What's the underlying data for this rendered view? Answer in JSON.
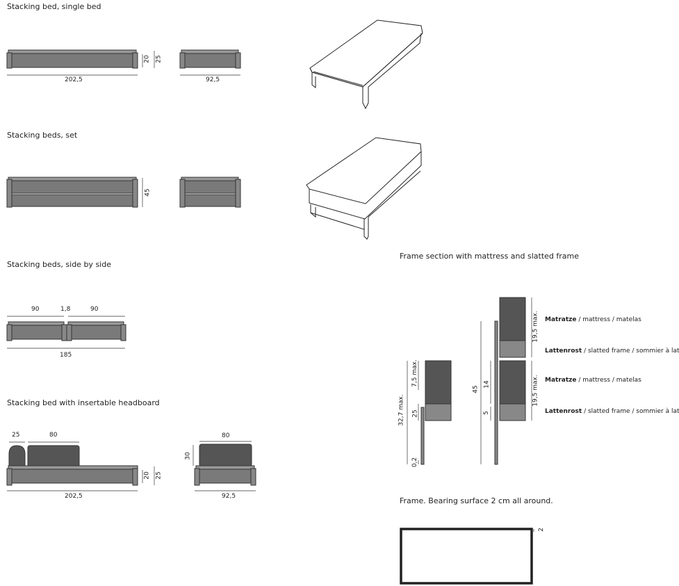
{
  "sections": {
    "single": {
      "title": "Stacking bed, single bed",
      "len": "202,5",
      "wid": "92,5",
      "h1": "20",
      "h2": "25"
    },
    "set": {
      "title": "Stacking beds, set",
      "h": "45"
    },
    "side": {
      "title": "Stacking beds, side by side",
      "w1": "90",
      "gap": "1,8",
      "w2": "90",
      "total": "185"
    },
    "headboard": {
      "title": "Stacking bed with insertable headboard",
      "hb1": "25",
      "hb2": "80",
      "len": "202,5",
      "h1": "20",
      "h2": "25",
      "end_w": "80",
      "end_h": "30",
      "end_len": "92,5"
    },
    "section": {
      "title": "Frame section with mattress and slatted frame",
      "left_dims": {
        "total": "32,7 max.",
        "top": "7,5 max.",
        "mid": "25",
        "bottom": "0,2"
      },
      "right_dims": {
        "total": "45",
        "a": "14",
        "b": "5",
        "m1": "19,5 max.",
        "m2": "19,5 max."
      },
      "legend": [
        {
          "bold": "Matratze",
          "rest": " / mattress / matelas"
        },
        {
          "bold": "Lattenrost",
          "rest": " / slatted frame / sommier à lattes"
        },
        {
          "bold": "Matratze",
          "rest": " / mattress / matelas"
        },
        {
          "bold": "Lattenrost",
          "rest": " / slatted frame / sommier à lattes"
        }
      ]
    },
    "frame": {
      "title": "Frame. Bearing surface 2 cm all around.",
      "dim": "2"
    }
  },
  "colors": {
    "fill": "#7a7a7a",
    "fill_dark": "#555555",
    "line": "#333333"
  }
}
